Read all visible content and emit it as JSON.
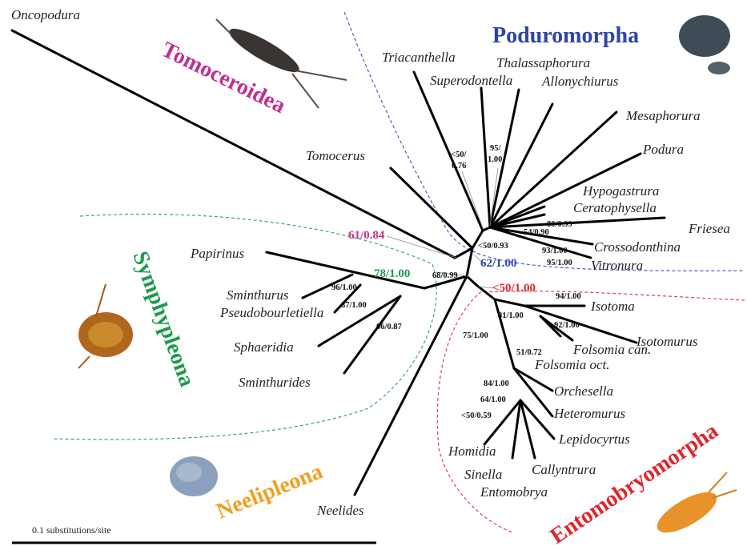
{
  "groups": {
    "tomoceroidea": "Tomoceroidea",
    "poduromorpha": "Poduromorpha",
    "symphypleona": "Symphypleona",
    "neelipleona": "Neelipleona",
    "entomobryomorpha": "Entomobryomorpha"
  },
  "taxa": {
    "oncopodura": "Oncopodura",
    "triacanthella": "Triacanthella",
    "thalassaphorura": "Thalassaphorura",
    "superodontella": "Superodontella",
    "allonychiurus": "Allonychiurus",
    "mesaphorura": "Mesaphorura",
    "podura": "Podura",
    "tomocerus": "Tomocerus",
    "hypogastrura": "Hypogastrura",
    "ceratophysella": "Ceratophysella",
    "friesea": "Friesea",
    "crossodonthina": "Crossodonthina",
    "vitronura": "Vitronura",
    "papirinus": "Papirinus",
    "sminthurus": "Sminthurus",
    "pseudobourletiella": "Pseudobourletiella",
    "sphaeridia": "Sphaeridia",
    "sminthurides": "Sminthurides",
    "isotoma": "Isotoma",
    "isotomurus": "Isotomurus",
    "folsomia_can": "Folsomia can.",
    "folsomia_oct": "Folsomia oct.",
    "orchesella": "Orchesella",
    "heteromurus": "Heteromurus",
    "lepidocyrtus": "Lepidocyrtus",
    "homidia": "Homidia",
    "sinella": "Sinella",
    "entomobrya": "Entomobrya",
    "callyntrura": "Callyntrura",
    "neelides": "Neelides"
  },
  "supports": {
    "s1": "<50/",
    "s1b": "0.76",
    "s2": "95/",
    "s2b": "1.00",
    "s3": "80/0.99",
    "s4": "54/0.90",
    "s5": "93/1.00",
    "s6": "<50/0.93",
    "s7": "95/1.00",
    "tomoceroidea": "61/0.84",
    "poduromorpha": "62/1.00",
    "symphypleona": "78/1.00",
    "s8": "68/0.99",
    "s9": "96/1.00",
    "s10": "87/1.00",
    "s11": "66/0.87",
    "entomobryomorpha": "<50/1.00",
    "s12": "94/1.00",
    "s13": "81/1.00",
    "s14": "92/1.00",
    "s15": "75/1.00",
    "s16": "51/0.72",
    "s17": "84/1.00",
    "s18": "64/1.00",
    "s19": "<50/0.59"
  },
  "scale": {
    "label": "0.1 substitutions/site"
  },
  "colors": {
    "tomoceroidea": "#c0308f",
    "poduromorpha": "#2e45a8",
    "symphypleona": "#1e9a4c",
    "neelipleona": "#f0a020",
    "entomobryomorpha": "#e0242c"
  },
  "photos": [
    "tomocerus-photo",
    "poduromorph-photo",
    "symphypleona-photo",
    "neelipleona-photo",
    "entomobryomorph-photo"
  ]
}
